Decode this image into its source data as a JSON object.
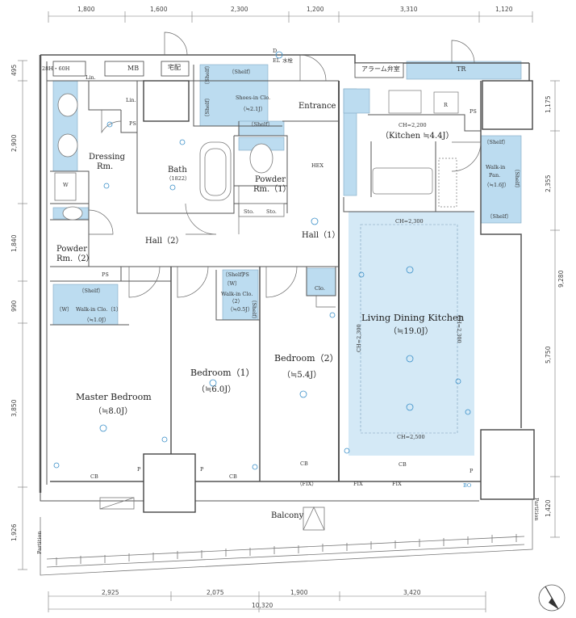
{
  "dimensions": {
    "top": [
      "1,800",
      "1,600",
      "2,300",
      "1,200",
      "3,310",
      "1,120"
    ],
    "bottom": [
      "2,925",
      "2,075",
      "1,900",
      "3,420"
    ],
    "bottom_total": "10,320",
    "left": [
      "495",
      "2,900",
      "1,840",
      "990",
      "3,850",
      "1,926"
    ],
    "right_inner": [
      "1,175",
      "2,355",
      "5,750",
      "1,420"
    ],
    "right_outer": "9,280"
  },
  "rooms": {
    "living": {
      "name": "Living Dining Kitchen",
      "area": "（≒19.0J）"
    },
    "master": {
      "name": "Master Bedroom",
      "area": "（≒8.0J）"
    },
    "bedroom1": {
      "name": "Bedroom（1）",
      "area": "（≒6.0J）"
    },
    "bedroom2": {
      "name": "Bedroom（2）",
      "area": "（≒5.4J）"
    },
    "kitchen": {
      "name": "（Kitchen ≒4.4J）"
    },
    "dressing": {
      "name": "Dressing",
      "name2": "Rm."
    },
    "bath": {
      "name": "Bath",
      "sub": "（1822）"
    },
    "powder1": {
      "name": "Powder",
      "name2": "Rm.（1）"
    },
    "powder2": {
      "name": "Powder",
      "name2": "Rm.（2）"
    },
    "entrance": {
      "name": "Entrance"
    },
    "hall1": {
      "name": "Hall（1）"
    },
    "hall2": {
      "name": "Hall（2）"
    },
    "balcony": {
      "name": "Balcony"
    },
    "shoes": {
      "name": "Shoes-in Clo.",
      "area": "（≒2.1J）"
    },
    "wic1": {
      "name": "Walk-in Clo.（1）",
      "area": "（≒1.0J）"
    },
    "wic2": {
      "name": "Walk-in Clo.",
      "name2": "（2）",
      "area": "（≒0.5J）"
    },
    "pantry": {
      "name": "Walk-in",
      "name2": "Pan.",
      "area": "（≒1.6J）"
    }
  },
  "labels": {
    "mb": "MB",
    "takuhai": "宅配",
    "alarm": "アラーム弁室",
    "tr": "TR",
    "small_top": "28H・60H",
    "ps": "PS",
    "lin": "Lin.",
    "w": "W",
    "r": "R",
    "clo": "Clo.",
    "sto": "Sto.",
    "shelf": "〔Shelf〕",
    "shelf_w": "〔W〕",
    "cb": "CB",
    "fix": "FIX",
    "fix_p": "（FIX）",
    "p": "P",
    "bo": "BO",
    "partition": "Partition",
    "hex": "HEX",
    "ch2200": "CH=2,200",
    "ch2300": "CH=2,300",
    "ch2500": "CH=2,500",
    "d": "D",
    "el": "EL",
    "ew": "水栓"
  },
  "colors": {
    "storage": "#bcdcf0",
    "living_fill": "#d4e9f6",
    "wall": "#555555",
    "line": "#8a8a8a",
    "icon": "#3a8fc8"
  }
}
